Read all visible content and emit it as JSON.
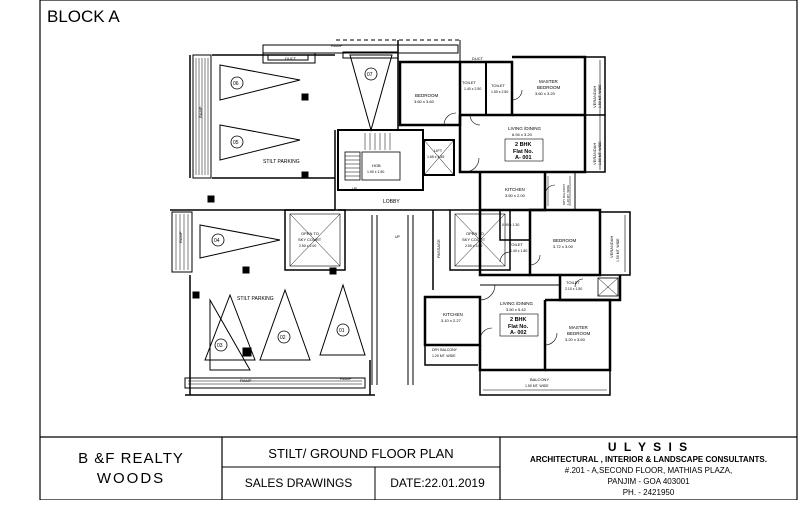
{
  "header": {
    "block_title": "BLOCK A"
  },
  "plan_labels": {
    "ramp": "RAMP",
    "duct": "DUCT",
    "stilt_parking": "STILT PARKING",
    "lobby": "LOBBY",
    "hob": "HOB",
    "hob_size": "1.90 x 1.50",
    "lift": "LIFT",
    "lift_size": "1.65 x 1.55",
    "up": "UP",
    "passage": "PASSAGE",
    "open_to_sky": "OPEN TO",
    "sky_court": "SKY COURT",
    "sky_court_left_size": "2.50 x 2.00",
    "sky_court_right_size": "2.50 x 3.00",
    "parking_numbers": [
      "01",
      "02",
      "03",
      "04",
      "05",
      "06",
      "07"
    ]
  },
  "flat_a001": {
    "bedroom": "BEDROOM",
    "bedroom_size": "3.60 x 3.60",
    "toilet": "TOILET",
    "toilet1_size": "1.40 x 2.50",
    "toilet2_size": "1.50 x 2.50",
    "master": "MASTER",
    "master_bedroom": "BEDROOM",
    "master_size": "3.60 x 3.20",
    "living": "LIVING /DINING",
    "living_size": "6.94 x 3.20",
    "flat_type": "2 BHK",
    "flat_no_label": "Flat No.",
    "flat_no": "A- 001",
    "kitchen": "KITCHEN",
    "kitchen_size": "3.50 x 2.00",
    "verandah": "VERANDAH",
    "verandah_size": "1.50 MT. WIDE",
    "dry_balcony": "DRY BALCONY",
    "dry_balcony_size": "1.20 MT. WIDE"
  },
  "flat_a002": {
    "bedroom": "BEDROOM",
    "bedroom_size": "3.72 x 3.00",
    "toilet": "TOILET",
    "toilet1_size": "1.40 x 1.80",
    "toilet2_size": "2.10 x 1.50",
    "toilet_top_size": "0.90 x 1.30",
    "master": "MASTER",
    "master_bedroom": "BEDROOM",
    "master_size": "3.20 x 3.60",
    "living": "LIVING /DINING",
    "living_size": "3.50 x 5.42",
    "flat_type": "2 BHK",
    "flat_no_label": "Flat No.",
    "flat_no": "A- 002",
    "kitchen": "KITCHEN",
    "kitchen_size": "3.10 x 2.27",
    "dry_balcony": "DRY BALCONY",
    "dry_balcony_size": "1.20 MT. WIDE",
    "balcony": "BALCONY",
    "balcony_size": "1.50 MT. WIDE",
    "verandah": "VERANDAH",
    "verandah_size": "1.50 MT. WIDE"
  },
  "title_block": {
    "developer_line1": "B &F REALTY",
    "developer_line2": "WOODS",
    "drawing_title": "STILT/ GROUND FLOOR PLAN",
    "drawing_type": "SALES DRAWINGS",
    "date": "DATE:22.01.2019",
    "firm_name": "U L Y S I S",
    "firm_desc": "ARCHITECTURAL , INTERIOR & LANDSCAPE CONSULTANTS.",
    "address1": "#.201 - A,SECOND FLOOR, MATHIAS PLAZA,",
    "address2": "PANJIM - GOA 403001",
    "phone": "PH. - 2421950"
  }
}
